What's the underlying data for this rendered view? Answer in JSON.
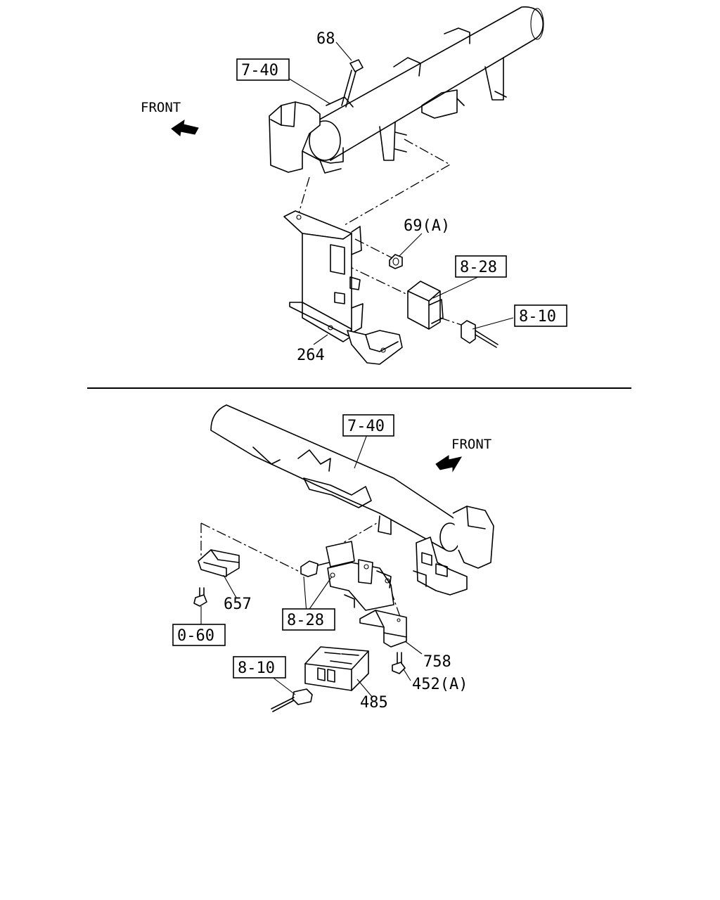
{
  "top_view": {
    "front_label": "FRONT",
    "callouts": {
      "c68": "68",
      "c740": "7-40",
      "c69a": "69(A)",
      "c828": "8-28",
      "c810": "8-10",
      "c264": "264"
    }
  },
  "bottom_view": {
    "front_label": "FRONT",
    "callouts": {
      "c740": "7-40",
      "c657": "657",
      "c060": "0-60",
      "c828": "8-28",
      "c810": "8-10",
      "c758": "758",
      "c452a": "452(A)",
      "c485": "485"
    }
  }
}
